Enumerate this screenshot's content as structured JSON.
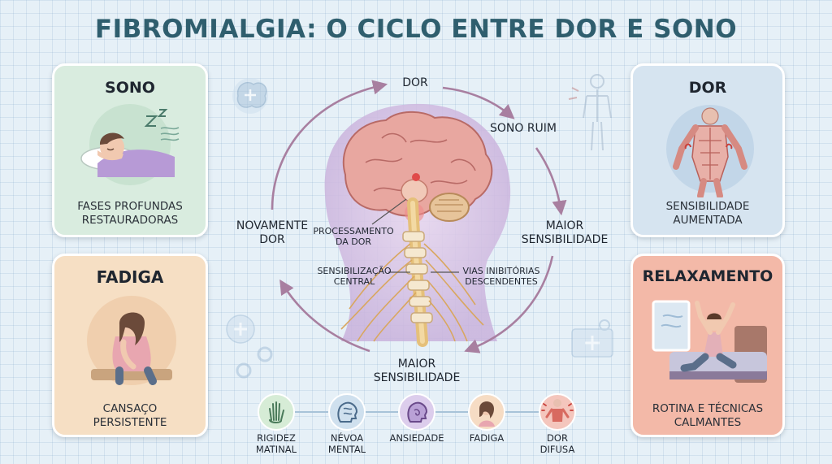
{
  "title": "FIBROMIALGIA: O CICLO ENTRE DOR E SONO",
  "cards": {
    "sono": {
      "title": "SONO",
      "text": "FASES PROFUNDAS\nRESTAURADORAS",
      "color": "#d9ecdf"
    },
    "fadiga": {
      "title": "FADIGA",
      "text": "CANSAÇO\nPERSISTENTE",
      "color": "#f6dfc4"
    },
    "dor": {
      "title": "DOR",
      "text": "SENSIBILIDADE\nAUMENTADA",
      "color": "#d6e4f0"
    },
    "relaxamento": {
      "title": "RELAXAMENTO",
      "text": "ROTINA E TÉCNICAS\nCALMANTES",
      "color": "#f3b9a8"
    }
  },
  "cycle": {
    "top": "DOR",
    "right_top": "SONO RUIM",
    "right": "MAIOR\nSENSIBILIDADE",
    "bottom": "MAIOR\nSENSIBILIDADE",
    "left": "NOVAMENTE\nDOR"
  },
  "annotations": {
    "processing": "PROCESSAMENTO\nDA DOR",
    "central": "SENSIBILIZAÇÃO\nCENTRAL",
    "descending": "VIAS INIBITÓRIAS\nDESCENDENTES"
  },
  "symptoms": [
    {
      "label": "RIGIDEZ\nMATINAL",
      "icon": "hand-icon",
      "color": "#d6ecd6"
    },
    {
      "label": "NÉVOA\nMENTAL",
      "icon": "brain-icon",
      "color": "#cfe0ee"
    },
    {
      "label": "ANSIEDADE",
      "icon": "head-icon",
      "color": "#dccdec"
    },
    {
      "label": "FADIGA",
      "icon": "tired-person-icon",
      "color": "#f6dcc4"
    },
    {
      "label": "DOR\nDIFUSA",
      "icon": "pain-body-icon",
      "color": "#f4c6bd"
    }
  ],
  "colors": {
    "title": "#2f5e6e",
    "arrow": "#a87fa0"
  }
}
